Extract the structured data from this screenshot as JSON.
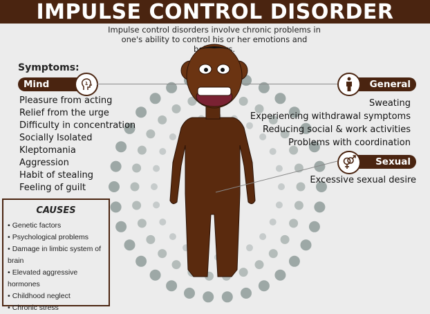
{
  "title": "IMPULSE CONTROL DISORDER",
  "subtitle": "Impulse control disorders involve chronic problems in one's ability to control his or her emotions and behaviors.",
  "symptoms_heading": "Symptoms:",
  "mind": {
    "label": "Mind",
    "icon": "head-profile-icon",
    "items": [
      "Pleasure from acting",
      "Relief from the urge",
      "Difficulty in concentration",
      "Socially Isolated",
      "Kleptomania",
      "Aggression",
      "Habit of stealing",
      "Feeling of guilt"
    ]
  },
  "general": {
    "label": "General",
    "icon": "person-icon",
    "items": [
      "Sweating",
      "Experiencing withdrawal symptoms",
      "Reducing social & work activities",
      "Problems with coordination"
    ]
  },
  "sexual": {
    "label": "Sexual",
    "icon": "gender-symbol-icon",
    "items": [
      "Excessive sexual desire"
    ]
  },
  "causes": {
    "title": "CAUSES",
    "items": [
      "Genetic factors",
      "Psychological problems",
      "Damage in limbic system of brain",
      "Elevated aggressive hormones",
      "Childhood neglect",
      "Chronic stress"
    ]
  },
  "colors": {
    "brand": "#4a2410",
    "body": "#5a2a0e",
    "dots": "#8f9c9a",
    "background": "#ececec"
  }
}
